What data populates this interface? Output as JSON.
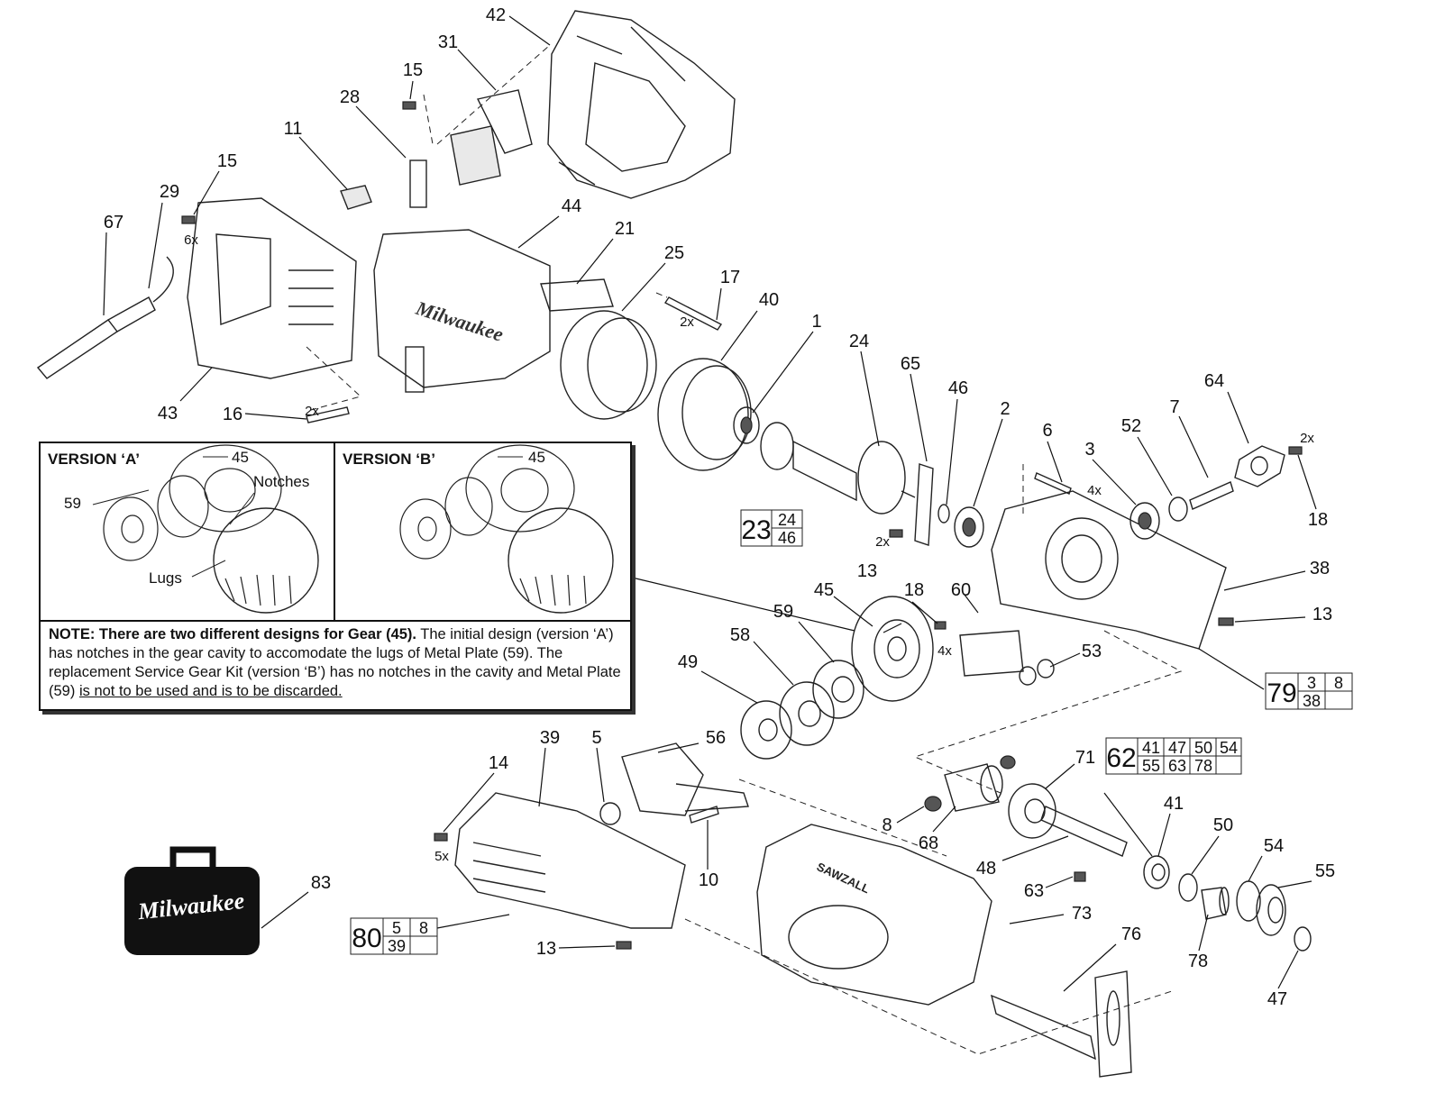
{
  "callouts": {
    "c42": "42",
    "c31": "31",
    "c15a": "15",
    "c28": "28",
    "c11": "11",
    "c15b": "15",
    "c29": "29",
    "c67": "67",
    "c44": "44",
    "c21": "21",
    "c25": "25",
    "c17": "17",
    "c40": "40",
    "c1": "1",
    "c24": "24",
    "c65": "65",
    "c46": "46",
    "c2": "2",
    "c6": "6",
    "c64": "64",
    "c52": "52",
    "c7": "7",
    "c3": "3",
    "c18a": "18",
    "c43": "43",
    "c16": "16",
    "c38": "38",
    "c13a": "13",
    "c13b": "13",
    "c45": "45",
    "c18b": "18",
    "c60": "60",
    "c59": "59",
    "c58": "58",
    "c49": "49",
    "c53": "53",
    "c39": "39",
    "c5": "5",
    "c56": "56",
    "c14": "14",
    "c71": "71",
    "c8": "8",
    "c68": "68",
    "c48": "48",
    "c10": "10",
    "c41": "41",
    "c50": "50",
    "c54": "54",
    "c55": "55",
    "c83": "83",
    "c63": "63",
    "c73": "73",
    "c76": "76",
    "c78": "78",
    "c47": "47",
    "c13c": "13"
  },
  "quantities": {
    "q6x": "6x",
    "q2x_17": "2x",
    "q2x_16": "2x",
    "q2x_18": "2x",
    "q4x_6": "4x",
    "q2x_13": "2x",
    "q4x_18": "4x",
    "q5x": "5x"
  },
  "kits": {
    "k23": {
      "main": "23",
      "items": [
        "24",
        "46"
      ]
    },
    "k79": {
      "main": "79",
      "items": [
        "3",
        "8",
        "38",
        ""
      ]
    },
    "k62": {
      "main": "62",
      "items": [
        "41",
        "47",
        "50",
        "54",
        "55",
        "63",
        "78",
        ""
      ]
    },
    "k80": {
      "main": "80",
      "items": [
        "5",
        "8",
        "39",
        ""
      ]
    }
  },
  "brand": {
    "case_logo": "Milwaukee",
    "housing_logo": "Milwaukee",
    "gear_housing_text": "SAWZALL"
  },
  "note_box": {
    "version_a": {
      "title": "VERSION ‘A’",
      "gear": "45",
      "plate": "59",
      "notches": "Notches",
      "lugs": "Lugs"
    },
    "version_b": {
      "title": "VERSION ‘B’",
      "gear": "45"
    },
    "note_bold": "NOTE: There are two different designs for Gear (45).",
    "note_text": " The initial design (version ‘A’) has notches in the gear cavity to accomodate the lugs of Metal Plate (59). The replacement Service Gear Kit (version ‘B’) has no notches in the cavity and Metal Plate (59) ",
    "note_underline": "is not to be used and is to be discarded."
  }
}
